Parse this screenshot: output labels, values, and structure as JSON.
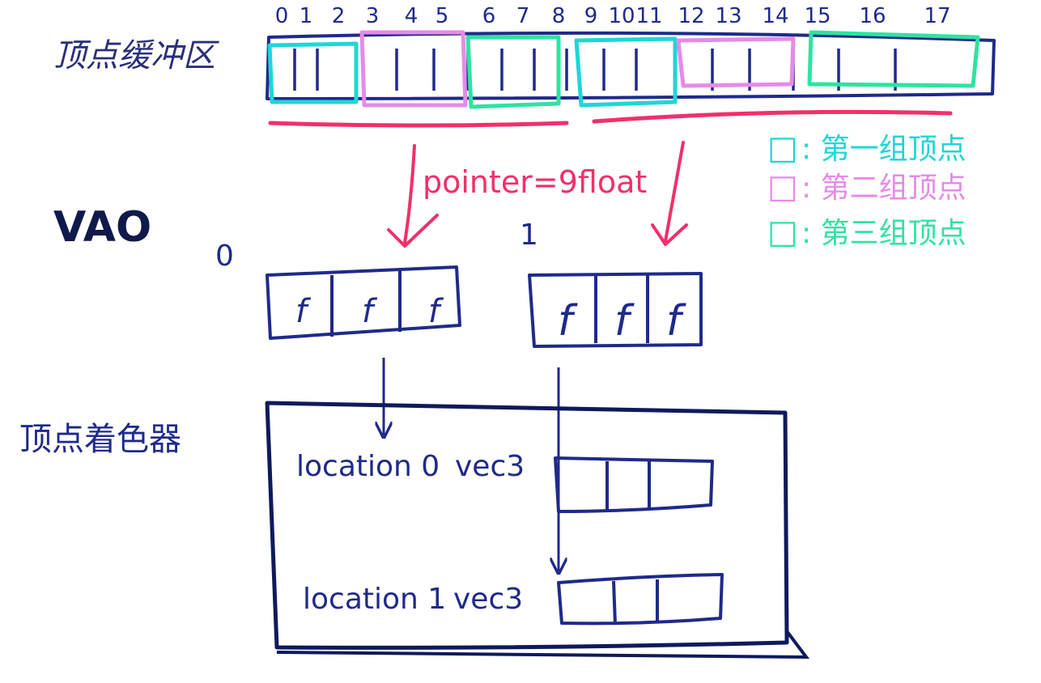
{
  "labels": {
    "vertex_buffer": "顶点缓冲区",
    "vao": "VAO",
    "vertex_shader": "顶点着色器",
    "pointer_note": "pointer=9float",
    "vao_slot_0": "0",
    "vao_slot_1": "1",
    "location0": "location 0",
    "location1": "location 1",
    "vec3_0": "vec3",
    "vec3_1": "vec3"
  },
  "buffer_indices": [
    "0",
    "1",
    "2",
    "3",
    "4",
    "5",
    "6",
    "7",
    "8",
    "9",
    "10",
    "11",
    "12",
    "13",
    "14",
    "15",
    "16",
    "17"
  ],
  "vao_cell_0": [
    "f",
    "f",
    "f"
  ],
  "vao_cell_1": [
    "f",
    "f",
    "f"
  ],
  "legend": [
    {
      "box": "□",
      "text": ": 第一组顶点",
      "color": "#1fd6d6"
    },
    {
      "box": "□",
      "text": ": 第二组顶点",
      "color": "#e58be8"
    },
    {
      "box": "□",
      "text": ": 第三组顶点",
      "color": "#2fe3a0"
    }
  ],
  "colors": {
    "ink": "#1f2a8a",
    "accent": "#f0306a",
    "group1": "#1fd6d6",
    "group2": "#e58be8",
    "group3": "#2fe3a0"
  }
}
